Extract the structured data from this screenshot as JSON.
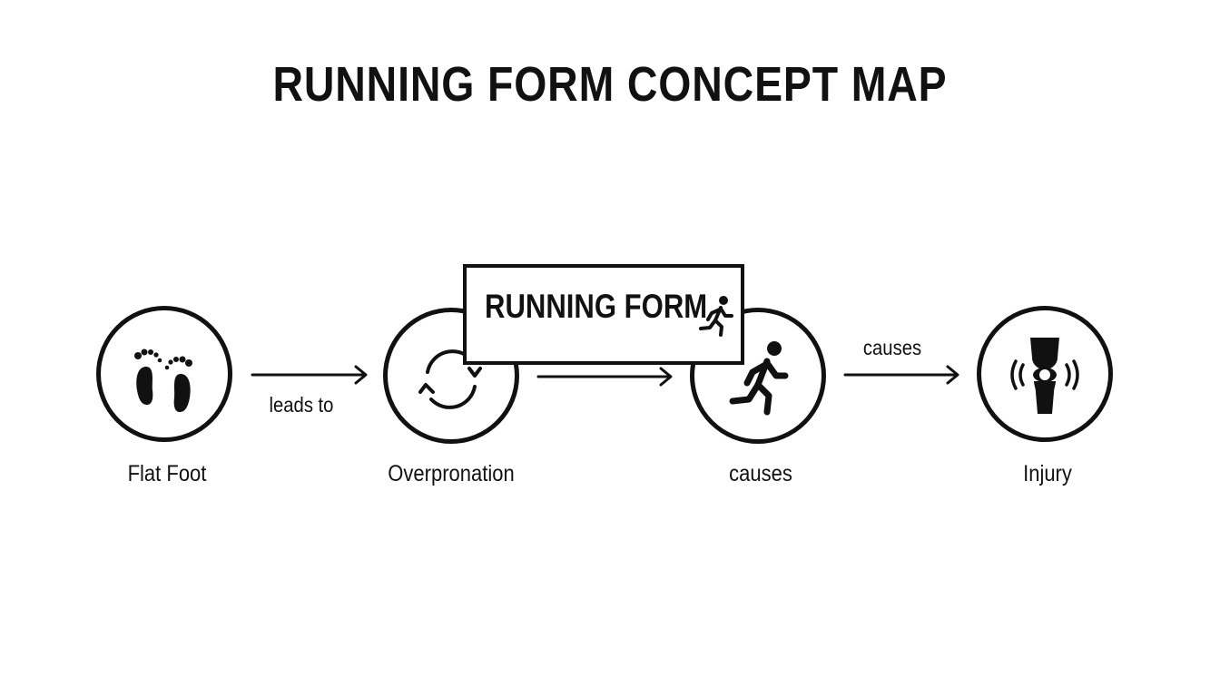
{
  "title": "RUNNING FORM CONCEPT MAP",
  "central": {
    "label": "RUNNING FORM",
    "icon": "runner-icon"
  },
  "nodes": [
    {
      "label": "Flat Foot",
      "icon": "footprints-icon"
    },
    {
      "label": "Overpronation",
      "icon": "rotation-arrows-icon"
    },
    {
      "label": "causes",
      "icon": "runner-icon"
    },
    {
      "label": "Injury",
      "icon": "knee-pain-icon"
    }
  ],
  "edges": [
    {
      "from": "Flat Foot",
      "to": "Overpronation",
      "label": "leads to"
    },
    {
      "from": "Overpronation",
      "to": "causes",
      "label": ""
    },
    {
      "from": "causes",
      "to": "Injury",
      "label": "causes"
    }
  ],
  "colors": {
    "stroke": "#111111",
    "background": "#ffffff"
  }
}
